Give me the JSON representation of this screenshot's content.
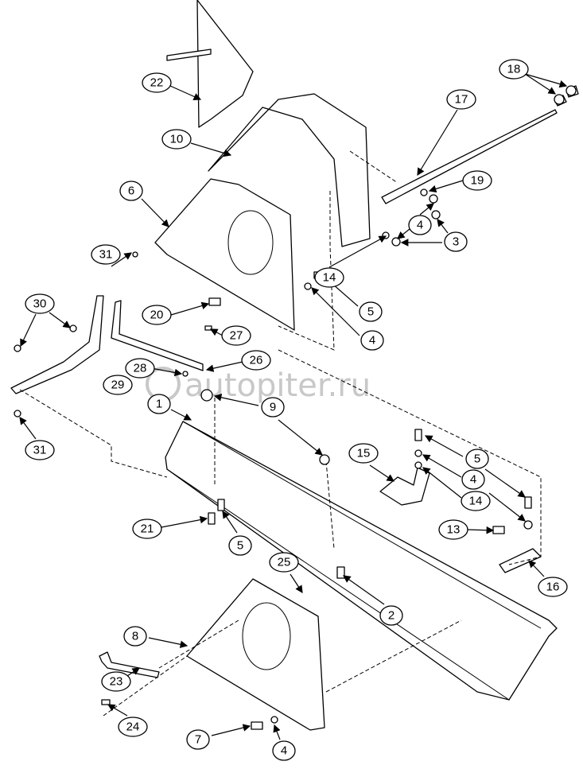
{
  "diagram": {
    "watermark": "autopiter.ru",
    "callouts": [
      "22",
      "10",
      "6",
      "17",
      "18",
      "19",
      "4",
      "3",
      "14",
      "5",
      "4",
      "20",
      "27",
      "31",
      "30",
      "26",
      "28",
      "29",
      "1",
      "9",
      "31",
      "15",
      "5",
      "4",
      "14",
      "13",
      "21",
      "5",
      "16",
      "25",
      "2",
      "8",
      "23",
      "24",
      "7",
      "4"
    ]
  }
}
